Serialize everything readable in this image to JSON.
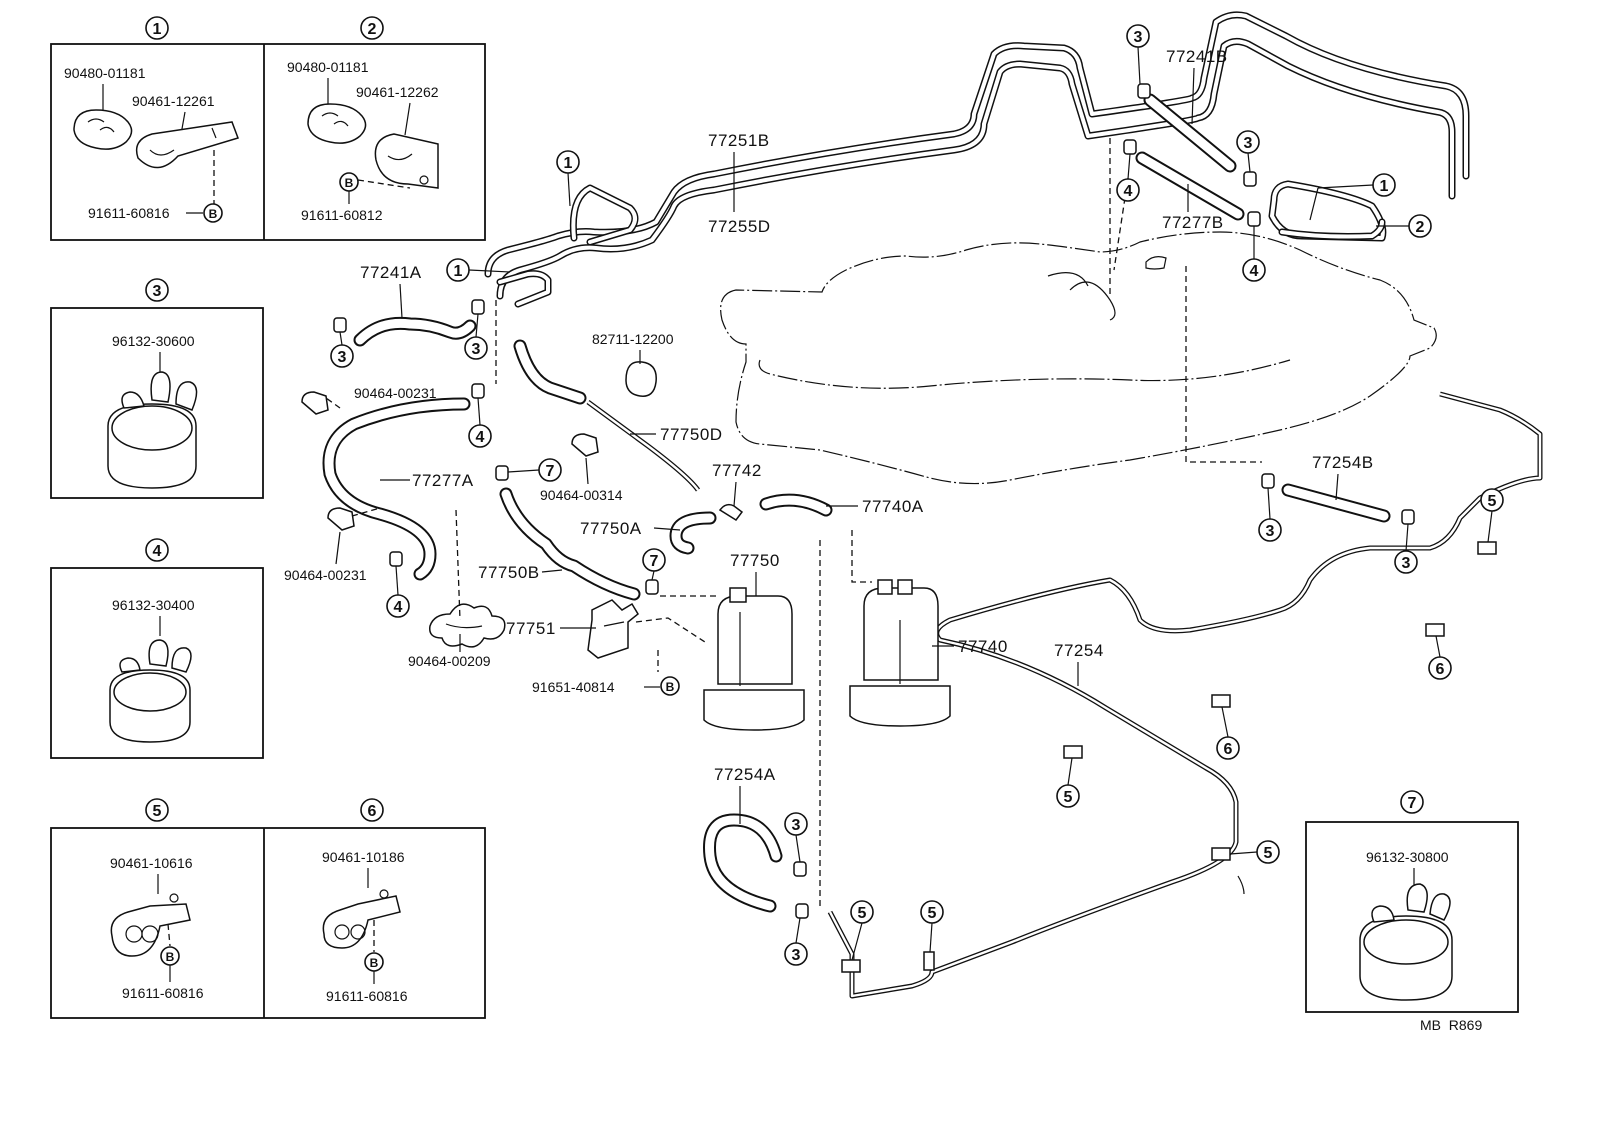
{
  "detail_boxes": [
    {
      "id": "1",
      "parts": [
        "90480-01181",
        "90461-12261",
        "91611-60816"
      ],
      "bolt_ref": "B"
    },
    {
      "id": "2",
      "parts": [
        "90480-01181",
        "90461-12262",
        "91611-60812"
      ],
      "bolt_ref": "B"
    },
    {
      "id": "3",
      "parts": [
        "96132-30600"
      ]
    },
    {
      "id": "4",
      "parts": [
        "96132-30400"
      ]
    },
    {
      "id": "5",
      "parts": [
        "90461-10616",
        "91611-60816"
      ],
      "bolt_ref": "B"
    },
    {
      "id": "6",
      "parts": [
        "90461-10186",
        "91611-60816"
      ],
      "bolt_ref": "B"
    },
    {
      "id": "7",
      "parts": [
        "96132-30800"
      ]
    }
  ],
  "part_labels": {
    "p77251B": "77251B",
    "p77255D": "77255D",
    "p77241A": "77241A",
    "p77241B": "77241B",
    "p77277B": "77277B",
    "p82711_12200": "82711-12200",
    "p90464_00231a": "90464-00231",
    "p77277A": "77277A",
    "p90464_00231b": "90464-00231",
    "p90464_00209": "90464-00209",
    "p77750D": "77750D",
    "p90464_00314": "90464-00314",
    "p77742": "77742",
    "p77740A": "77740A",
    "p77750A": "77750A",
    "p77750B": "77750B",
    "p77750": "77750",
    "p77751": "77751",
    "p91651_40814": "91651-40814",
    "p77740": "77740",
    "p77254B": "77254B",
    "p77254": "77254",
    "p77254A": "77254A"
  },
  "bolt_ref": "B",
  "footer_code": "MB  R869"
}
